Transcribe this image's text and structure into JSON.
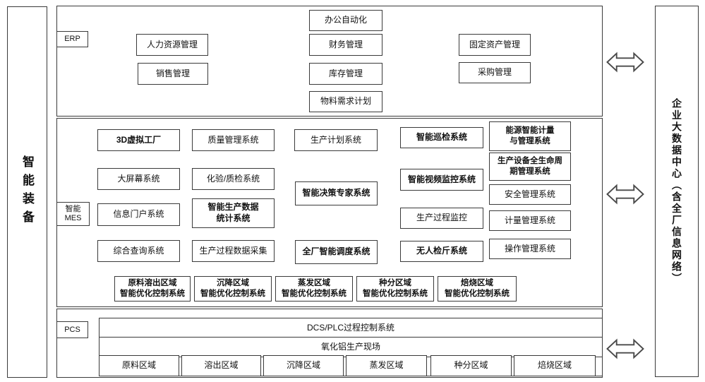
{
  "panels": {
    "left": "智能装备",
    "right": "企业大数据中心（含全厂信息网络）"
  },
  "tags": {
    "erp": "ERP",
    "mes": "智能\nMES",
    "pcs": "PCS"
  },
  "erp": {
    "oa": "办公自动化",
    "hr": "人力资源管理",
    "finance": "财务管理",
    "fixed_assets": "固定资产管理",
    "sales": "销售管理",
    "inventory": "库存管理",
    "procurement": "采购管理",
    "mrp": "物料需求计划"
  },
  "mes": {
    "virtual_factory": "3D虚拟工厂",
    "quality": "质量管理系统",
    "production_plan": "生产计划系统",
    "inspection": "智能巡检系统",
    "energy": "能源智能计量\n与管理系统",
    "big_screen": "大屏幕系统",
    "lab": "化验/质检系统",
    "decision": "智能决策专家系统",
    "video": "智能视频监控系统",
    "equipment_lifecycle": "生产设备全生命周\n期管理系统",
    "portal": "信息门户系统",
    "production_stats": "智能生产数据\n统计系统",
    "process_monitor": "生产过程监控",
    "safety": "安全管理系统",
    "metering": "计量管理系统",
    "query": "综合查询系统",
    "data_acquisition": "生产过程数据采集",
    "dispatch": "全厂智能调度系统",
    "weighing": "无人检斤系统",
    "operation": "操作管理系统",
    "opt_controls": [
      "原料溶出区域\n智能优化控制系统",
      "沉降区域\n智能优化控制系统",
      "蒸发区域\n智能优化控制系统",
      "种分区域\n智能优化控制系统",
      "焙烧区域\n智能优化控制系统"
    ]
  },
  "pcs": {
    "dcs": "DCS/PLC过程控制系统",
    "site": "氧化铝生产现场",
    "areas": [
      "原料区域",
      "溶出区域",
      "沉降区域",
      "蒸发区域",
      "种分区域",
      "焙烧区域"
    ]
  }
}
